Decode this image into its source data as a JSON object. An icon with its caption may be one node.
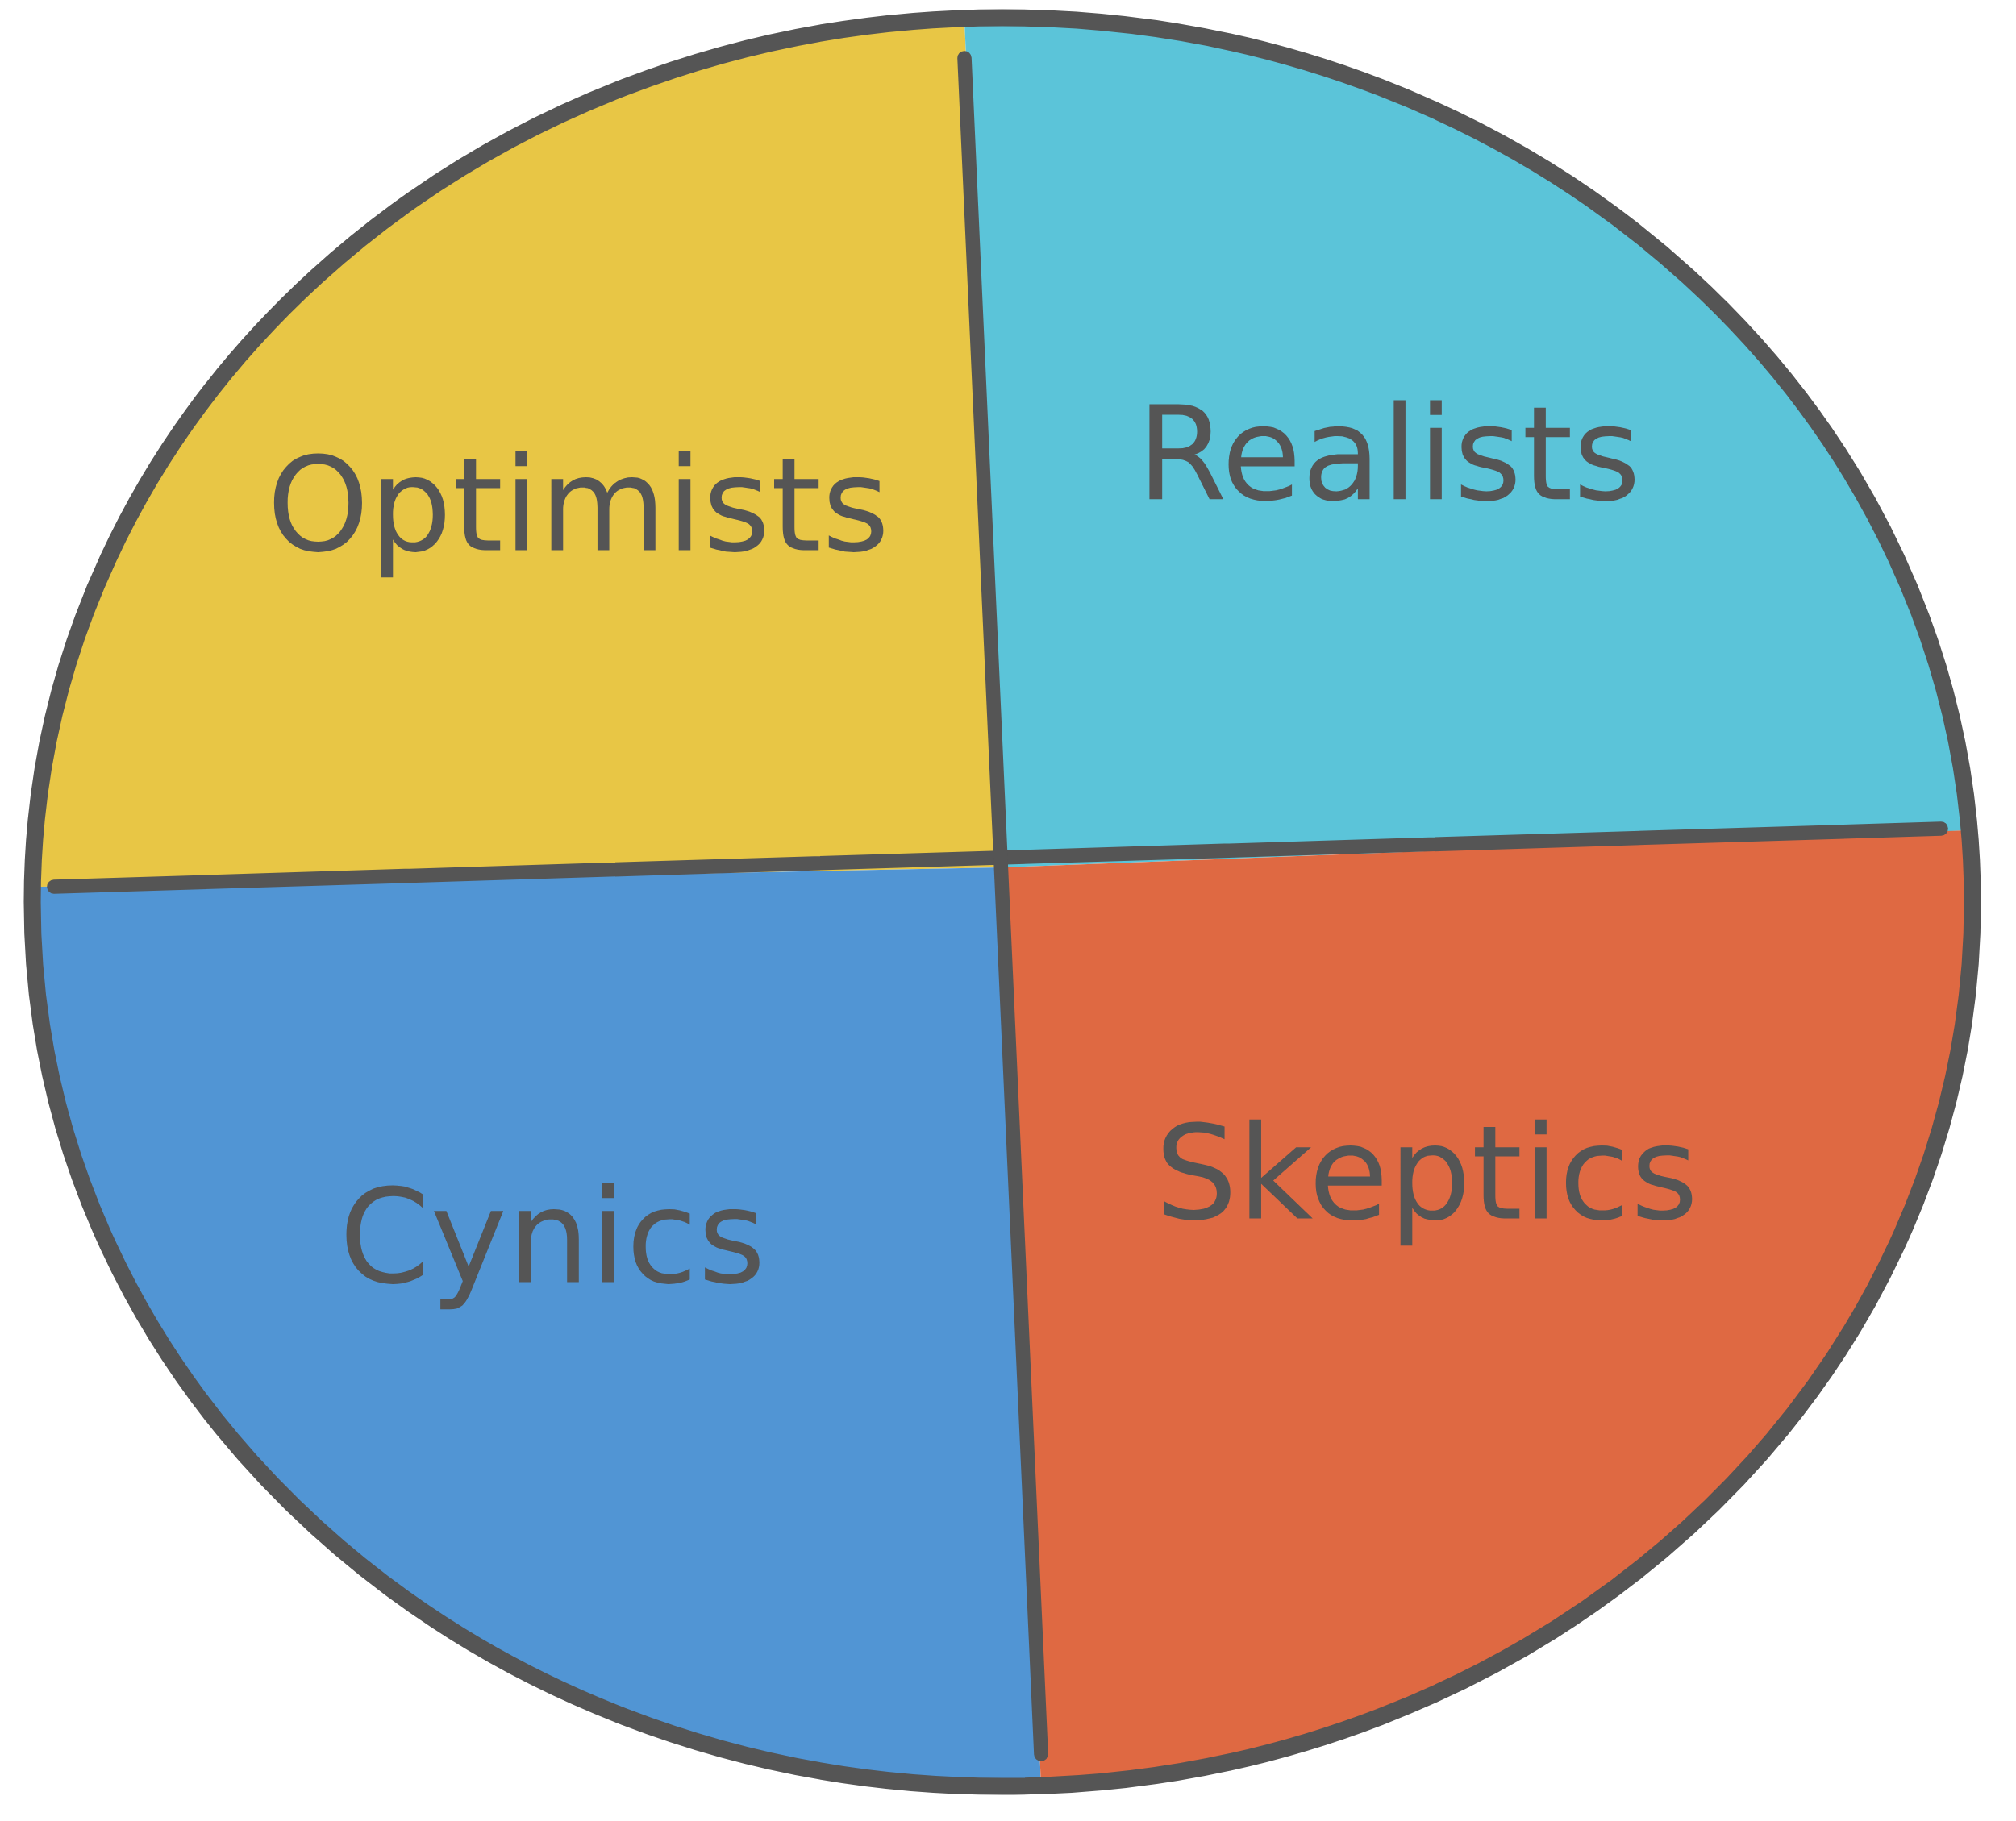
{
  "diagram": {
    "nodes": [
      {
        "text": [
          "Optimists"
        ]
      },
      {
        "text": [
          "Realists"
        ]
      },
      {
        "text": [
          "Cynics"
        ]
      },
      {
        "text": [
          "Skeptics"
        ]
      }
    ]
  }
}
